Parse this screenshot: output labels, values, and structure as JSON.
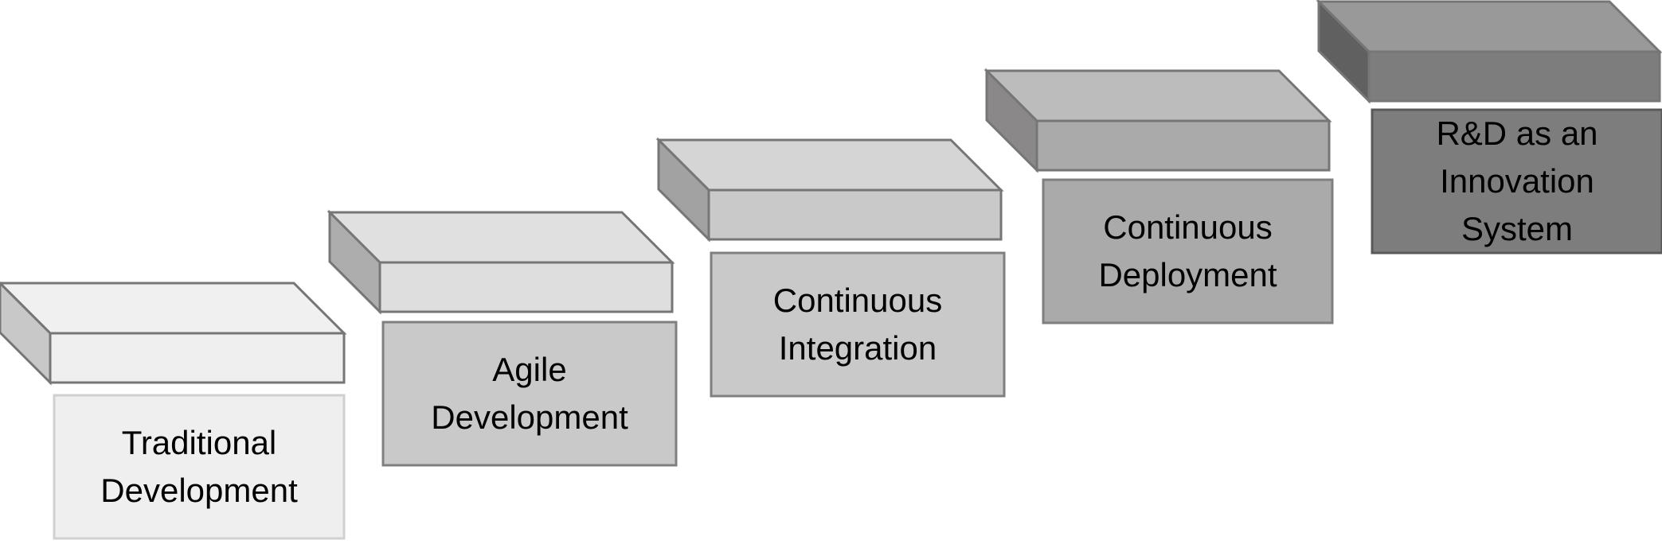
{
  "diagram": {
    "stages": [
      {
        "label": "Traditional Development",
        "colors": {
          "top": "#f0f0f0",
          "front": "#efefef",
          "side": "#c8c8c8",
          "box": "#efefef",
          "box_border": "#d0d0d0"
        }
      },
      {
        "label": "Agile Development",
        "colors": {
          "top": "#e0e0e0",
          "front": "#dedede",
          "side": "#adadad",
          "box": "#c9c9c9",
          "box_border": "#7f7f7f"
        }
      },
      {
        "label": "Continuous Integration",
        "colors": {
          "top": "#d5d5d5",
          "front": "#c9c9c9",
          "side": "#a2a2a2",
          "box": "#c9c9c9",
          "box_border": "#7f7f7f"
        }
      },
      {
        "label": "Continuous Deployment",
        "colors": {
          "top": "#bdbcbd",
          "front": "#aaaaaa",
          "side": "#8a8888",
          "box": "#aaaaaa",
          "box_border": "#7f7f7f"
        }
      },
      {
        "label": "R&D as an Innovation System",
        "colors": {
          "top": "#999999",
          "front": "#7d7d7d",
          "side": "#606060",
          "box": "#7d7d7d",
          "box_border": "#595959"
        }
      }
    ],
    "edge_color": "#767676"
  }
}
